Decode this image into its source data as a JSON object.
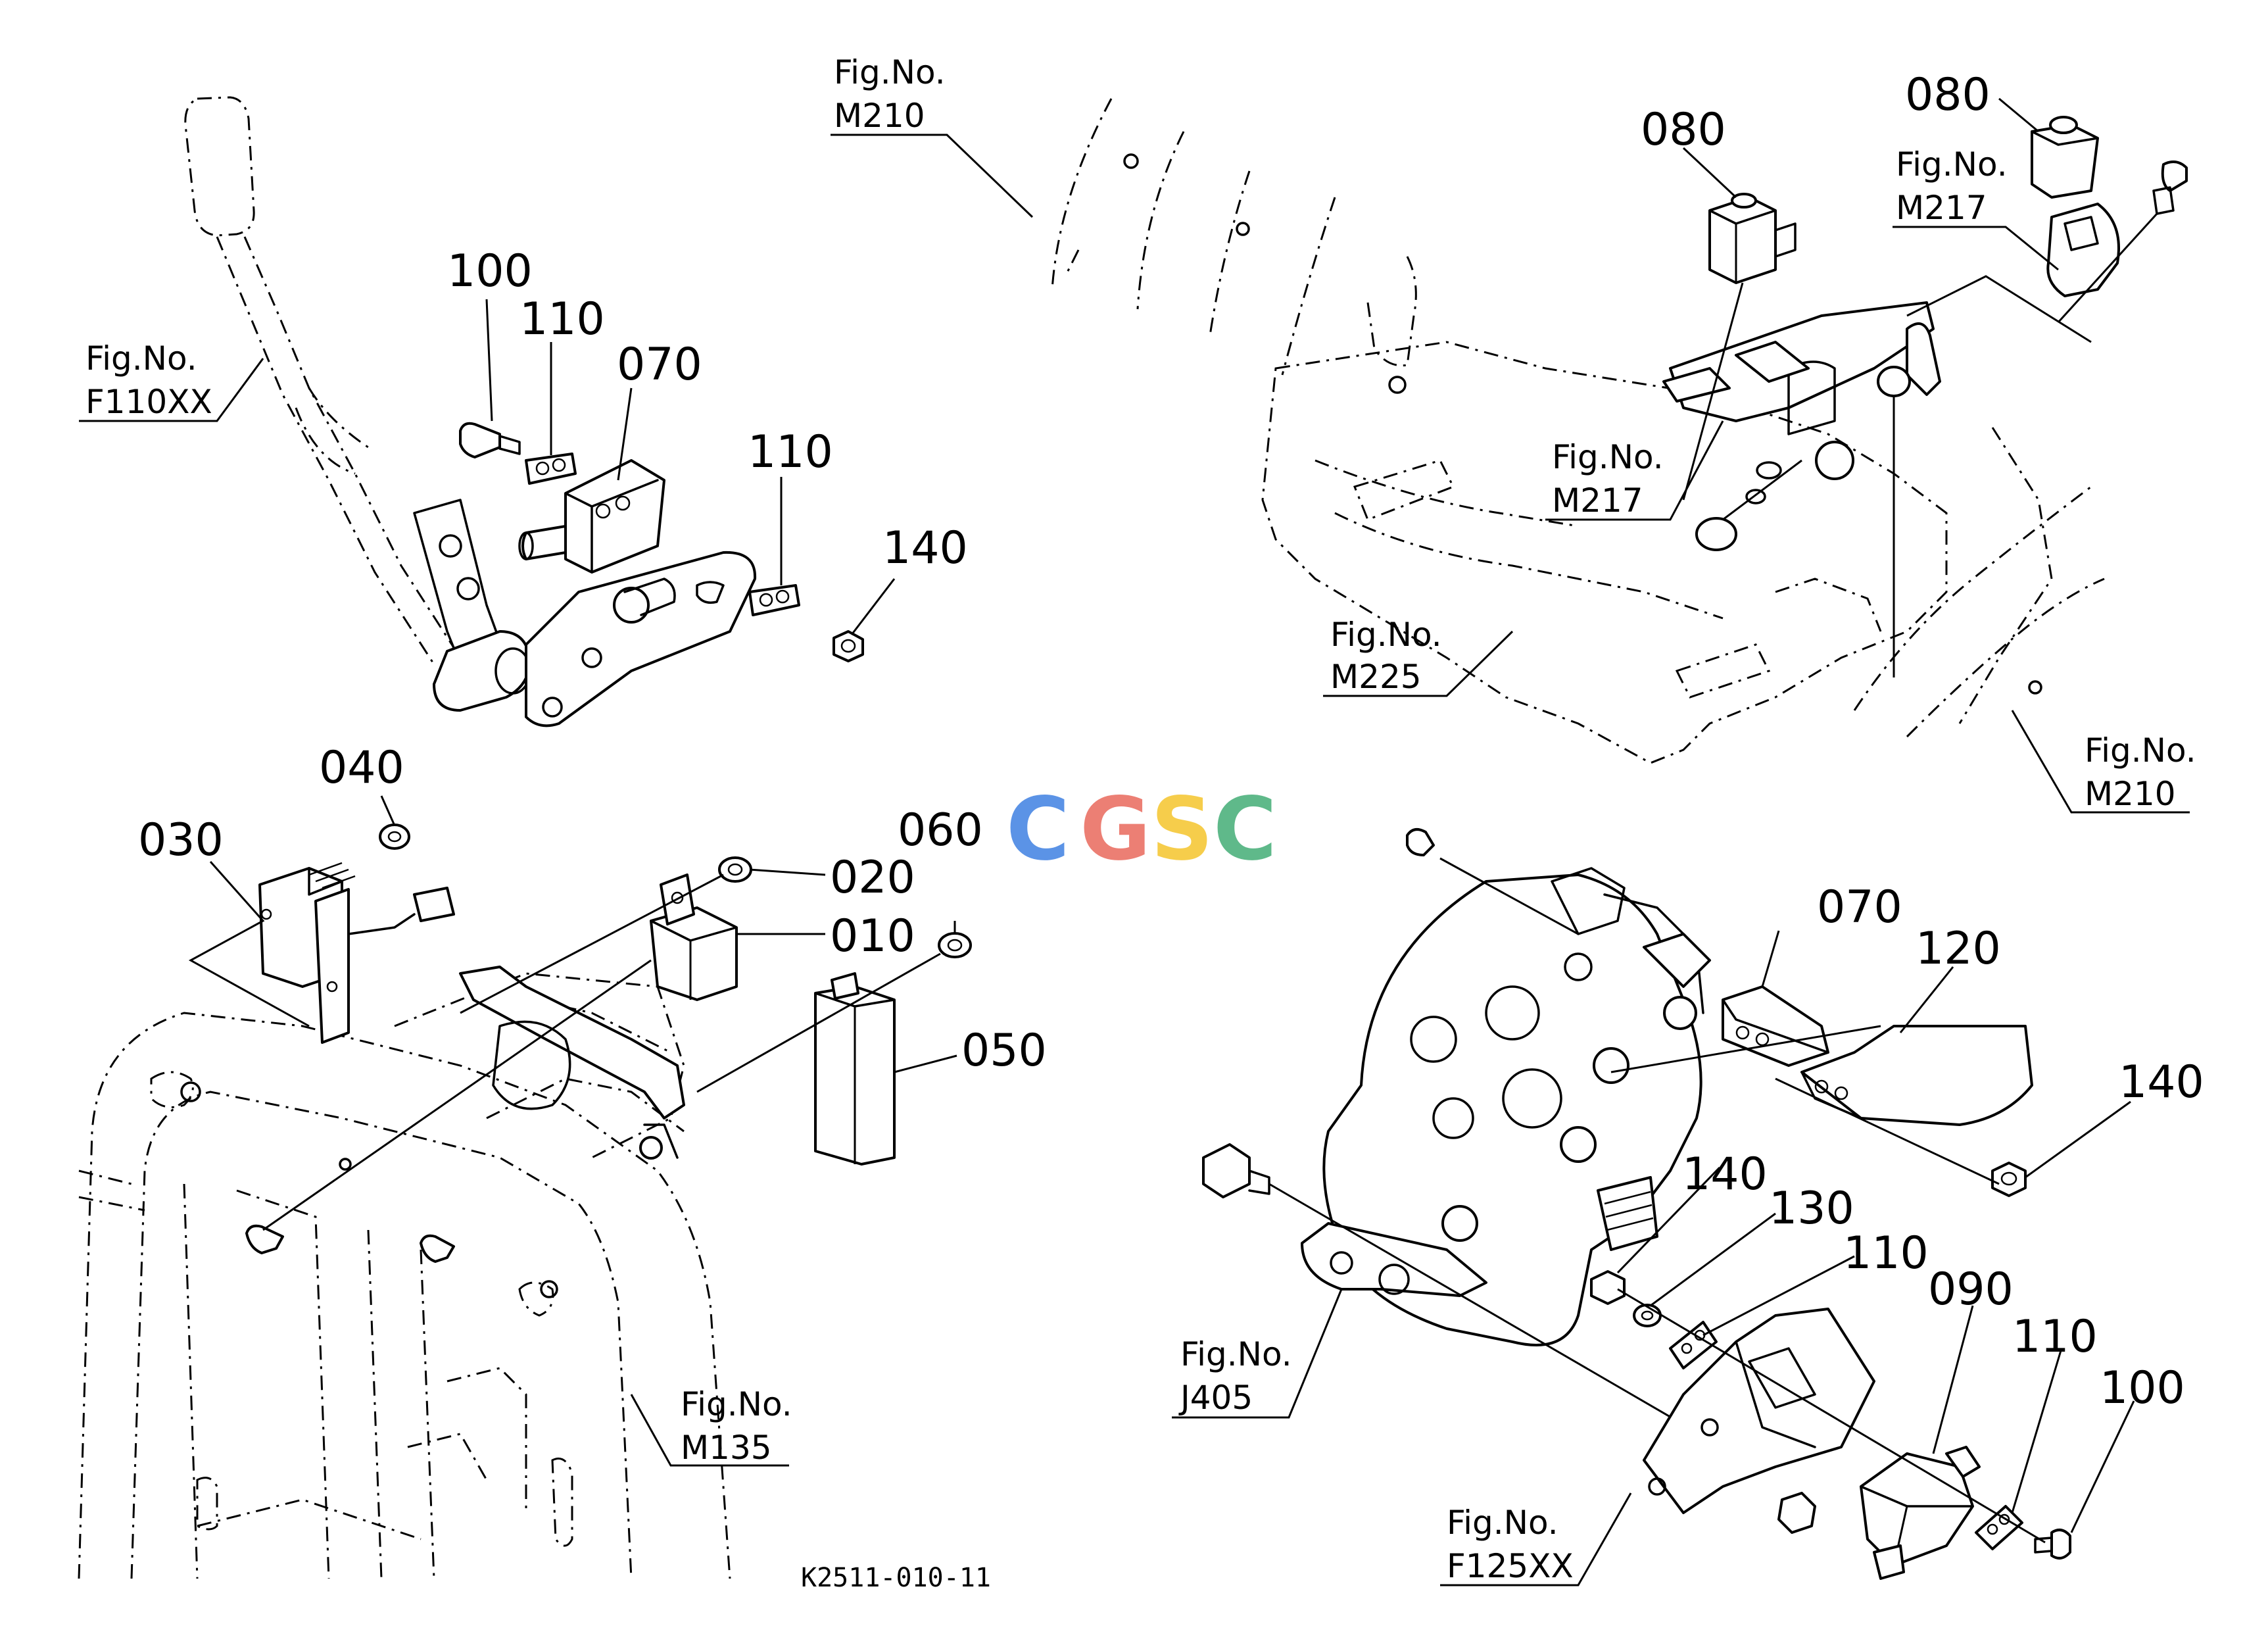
{
  "drawing_code": "K2511-010-11",
  "watermark": {
    "letters": [
      "C",
      "G",
      "S",
      "C"
    ],
    "colors": [
      "#5b93e6",
      "#ec7f74",
      "#f6cd4b",
      "#5fb98a"
    ]
  },
  "part_labels": {
    "p_100a": "100",
    "p_110a": "110",
    "p_070a": "070",
    "p_110b": "110",
    "p_140a": "140",
    "p_080a": "080",
    "p_080b": "080",
    "p_040": "040",
    "p_030": "030",
    "p_020": "020",
    "p_010": "010",
    "p_060": "060",
    "p_050": "050",
    "p_070b": "070",
    "p_120": "120",
    "p_140b": "140",
    "p_140c": "140",
    "p_130": "130",
    "p_110c": "110",
    "p_090": "090",
    "p_110d": "110",
    "p_100b": "100"
  },
  "figure_refs": {
    "fig_no": "Fig.No.",
    "f110xx": "F110XX",
    "m210_top": "M210",
    "m217_upper": "M217",
    "m217_lower": "M217",
    "m225": "M225",
    "m210_right": "M210",
    "m135": "M135",
    "j405": "J405",
    "f125xx": "F125XX"
  }
}
